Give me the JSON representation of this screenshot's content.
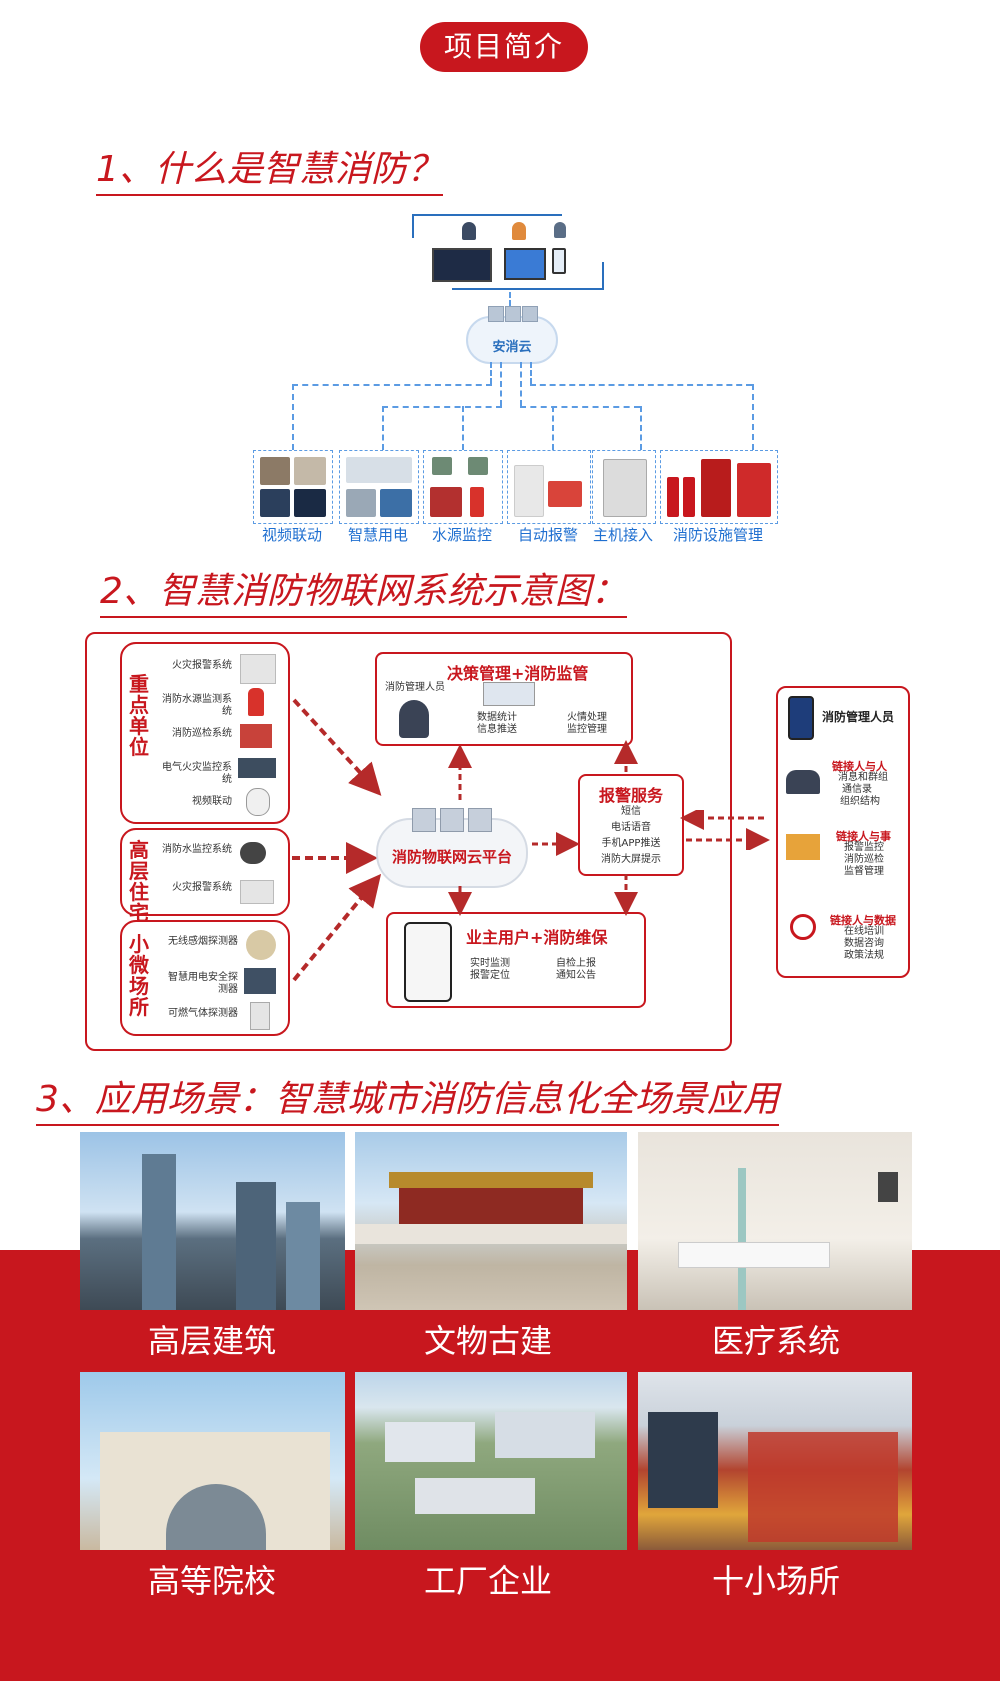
{
  "header": {
    "title": "项目简介"
  },
  "section1": {
    "title": "1、什么是智慧消防？",
    "cloud_label": "安消云",
    "categories": [
      "视频联动",
      "智慧用电",
      "水源监控",
      "自动报警",
      "主机接入",
      "消防设施管理"
    ]
  },
  "section2": {
    "title": "2、智慧消防物联网系统示意图：",
    "groups": [
      {
        "label": "重点单位",
        "items": [
          "火灾报警系统",
          "消防水源监测系统",
          "消防巡检系统",
          "电气火灾监控系统",
          "视频联动"
        ]
      },
      {
        "label": "高层住宅",
        "items": [
          "消防水监控系统",
          "火灾报警系统"
        ]
      },
      {
        "label": "小微场所",
        "items": [
          "无线感烟探测器",
          "智慧用电安全探测器",
          "可燃气体探测器"
        ]
      }
    ],
    "cloud_label": "消防物联网云平台",
    "decision": {
      "title": "决策管理+消防监管",
      "person": "消防管理人员",
      "items": [
        "数据统计",
        "信息推送",
        "火情处理",
        "监控管理"
      ]
    },
    "alarm": {
      "title": "报警服务",
      "items": [
        "短信",
        "电话语音",
        "手机APP推送",
        "消防大屏提示"
      ]
    },
    "owner": {
      "title": "业主用户+消防维保",
      "items": [
        "实时监测",
        "报警定位",
        "自检上报",
        "通知公告"
      ]
    },
    "right_panel": {
      "title": "消防管理人员",
      "links": [
        {
          "title": "链接人与人",
          "items": [
            "消息和群组",
            "通信录",
            "组织结构"
          ]
        },
        {
          "title": "链接人与事",
          "items": [
            "报警监控",
            "消防巡检",
            "监督管理"
          ]
        },
        {
          "title": "链接人与数据",
          "items": [
            "在线培训",
            "数据咨询",
            "政策法规"
          ]
        }
      ]
    }
  },
  "section3": {
    "title": "3、应用场景：智慧城市消防信息化全场景应用",
    "scenes": [
      "高层建筑",
      "文物古建",
      "医疗系统",
      "高等院校",
      "工厂企业",
      "十小场所"
    ]
  }
}
